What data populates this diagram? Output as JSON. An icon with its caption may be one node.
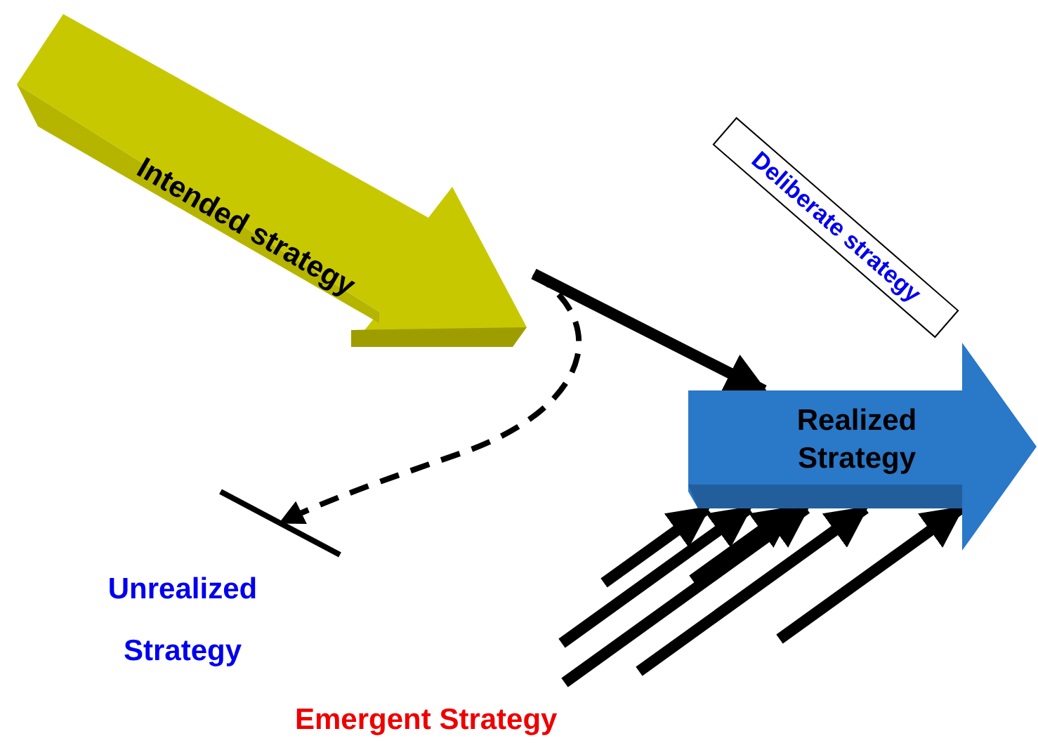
{
  "diagram": {
    "nodes": [
      {
        "text": [
          "Intended strategy"
        ]
      },
      {
        "text": [
          "Deliberate strategy"
        ]
      },
      {
        "text": [
          "Realized Strategy"
        ]
      },
      {
        "text": [],
        "shape": "bar",
        "beside": [
          "Unrealized Strategy"
        ]
      }
    ],
    "edges": [
      {
        "from": 0,
        "to": 2,
        "arrow": "to"
      },
      {
        "from": 0,
        "to": 3,
        "arrow": "to",
        "style": "dashed"
      },
      {
        "from": null,
        "to": 2,
        "arrow": "to"
      },
      {
        "from": null,
        "to": 2,
        "arrow": "to"
      },
      {
        "from": null,
        "to": 2,
        "arrow": "to"
      },
      {
        "from": null,
        "to": 2,
        "arrow": "to"
      },
      {
        "from": null,
        "to": 2,
        "arrow": "to"
      },
      {
        "from": null,
        "to": 2,
        "arrow": "to"
      }
    ],
    "labels": [
      "Emergent Strategy"
    ]
  }
}
